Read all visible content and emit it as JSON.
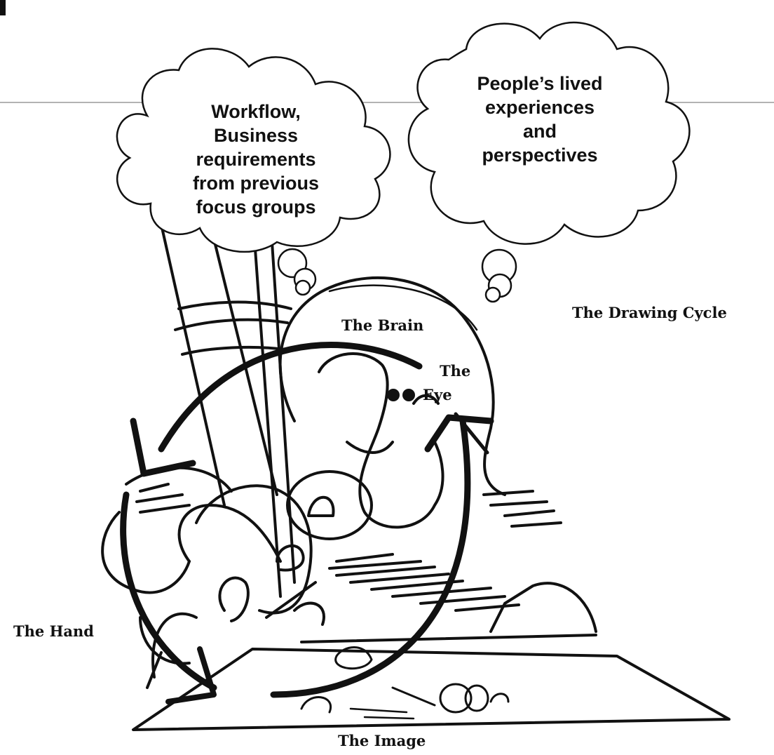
{
  "clouds": {
    "left": {
      "lines": [
        "Workflow,",
        "Business",
        "requirements",
        "from previous",
        "focus groups"
      ]
    },
    "right": {
      "lines": [
        "People’s lived",
        "experiences",
        "and",
        "perspectives"
      ]
    }
  },
  "labels": {
    "title": "The Drawing Cycle",
    "brain": "The Brain",
    "eye_line1": "The",
    "eye_line2": "Eye",
    "hand": "The Hand",
    "image": "The Image"
  },
  "colors": {
    "ink": "#111111",
    "rule": "#9a9a9a",
    "background": "#ffffff"
  }
}
